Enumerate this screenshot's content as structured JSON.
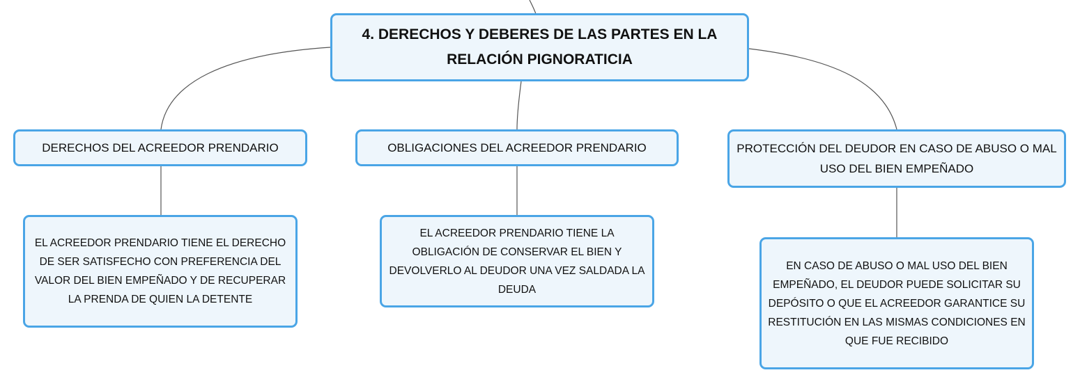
{
  "root": {
    "label": "4. DERECHOS Y DEBERES DE LAS PARTES EN LA RELACIÓN PIGNORATICIA"
  },
  "branches": [
    {
      "label": "DERECHOS DEL ACREEDOR PRENDARIO",
      "child": "EL ACREEDOR PRENDARIO TIENE EL DERECHO DE SER SATISFECHO CON PREFERENCIA DEL VALOR DEL BIEN EMPEÑADO Y DE RECUPERAR LA PRENDA DE QUIEN LA DETENTE"
    },
    {
      "label": "OBLIGACIONES DEL ACREEDOR PRENDARIO",
      "child": "EL ACREEDOR PRENDARIO TIENE LA OBLIGACIÓN DE CONSERVAR EL BIEN Y DEVOLVERLO AL DEUDOR UNA VEZ SALDADA LA DEUDA"
    },
    {
      "label": "PROTECCIÓN DEL DEUDOR EN CASO DE ABUSO O MAL USO DEL BIEN EMPEÑADO",
      "child": "EN CASO DE ABUSO O MAL USO DEL BIEN EMPEÑADO, EL DEUDOR PUEDE SOLICITAR SU DEPÓSITO O QUE EL ACREEDOR GARANTICE SU RESTITUCIÓN EN LAS MISMAS CONDICIONES EN QUE FUE RECIBIDO"
    }
  ],
  "colors": {
    "border": "#4aa5e6",
    "fill": "#eef6fc",
    "line": "#555555"
  }
}
